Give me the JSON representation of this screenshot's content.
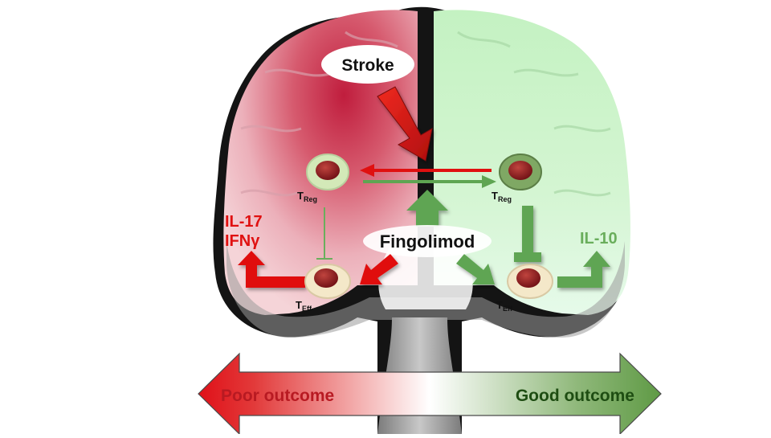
{
  "labels": {
    "stroke": "Stroke",
    "fingolimod": "Fingolimod",
    "treg_base": "T",
    "treg_sub": "Reg",
    "teff_base": "T",
    "teff_sub": "Eff",
    "il17": "IL-17",
    "ifng": "IFNγ",
    "il10": "IL-10",
    "poor_outcome": "Poor outcome",
    "good_outcome": "Good outcome"
  },
  "colors": {
    "red": "#e01010",
    "green": "#5fa552",
    "green_text": "#6aae5c",
    "poor_red": "#b81a22",
    "treg_left_membrane": "#d3e9b8",
    "treg_right_membrane": "#7fa864",
    "teff_membrane": "#f4e8c9",
    "nucleus": "#8b1a1e"
  }
}
